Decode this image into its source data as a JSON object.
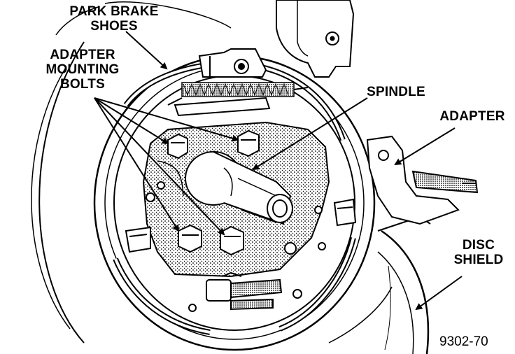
{
  "labels": {
    "park_brake_shoes": [
      "PARK BRAKE",
      "SHOES"
    ],
    "adapter_mounting_bolts": [
      "ADAPTER",
      "MOUNTING",
      "BOLTS"
    ],
    "spindle": "SPINDLE",
    "adapter": "ADAPTER",
    "disc_shield": [
      "DISC",
      "SHIELD"
    ]
  },
  "figure_number": "9302-70"
}
